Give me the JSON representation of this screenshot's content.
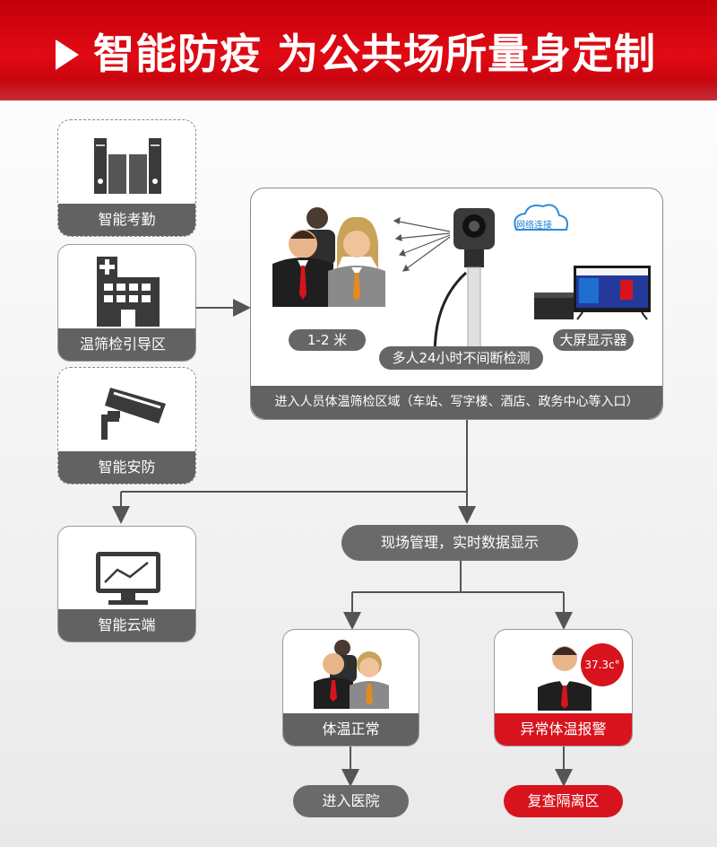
{
  "header": {
    "title": "智能防疫 为公共场所量身定制",
    "accent": "#d7141d"
  },
  "modules": {
    "attendance": "智能考勤",
    "guide": "温筛检引导区",
    "security": "智能安防",
    "cloud": "智能云端"
  },
  "screening_area": {
    "distance": "1-2 米",
    "detection": "多人24小时不间断检测",
    "display": "大屏显示器",
    "network": "网络连接",
    "entry": "进入人员体温筛检区域（车站、写字楼、酒店、政务中心等入口）"
  },
  "management": "现场管理，实时数据显示",
  "outcomes": {
    "normal": "体温正常",
    "normal_action": "进入医院",
    "abnormal": "异常体温报警",
    "abnormal_temp": "37.3c°",
    "abnormal_action": "复查隔离区"
  }
}
